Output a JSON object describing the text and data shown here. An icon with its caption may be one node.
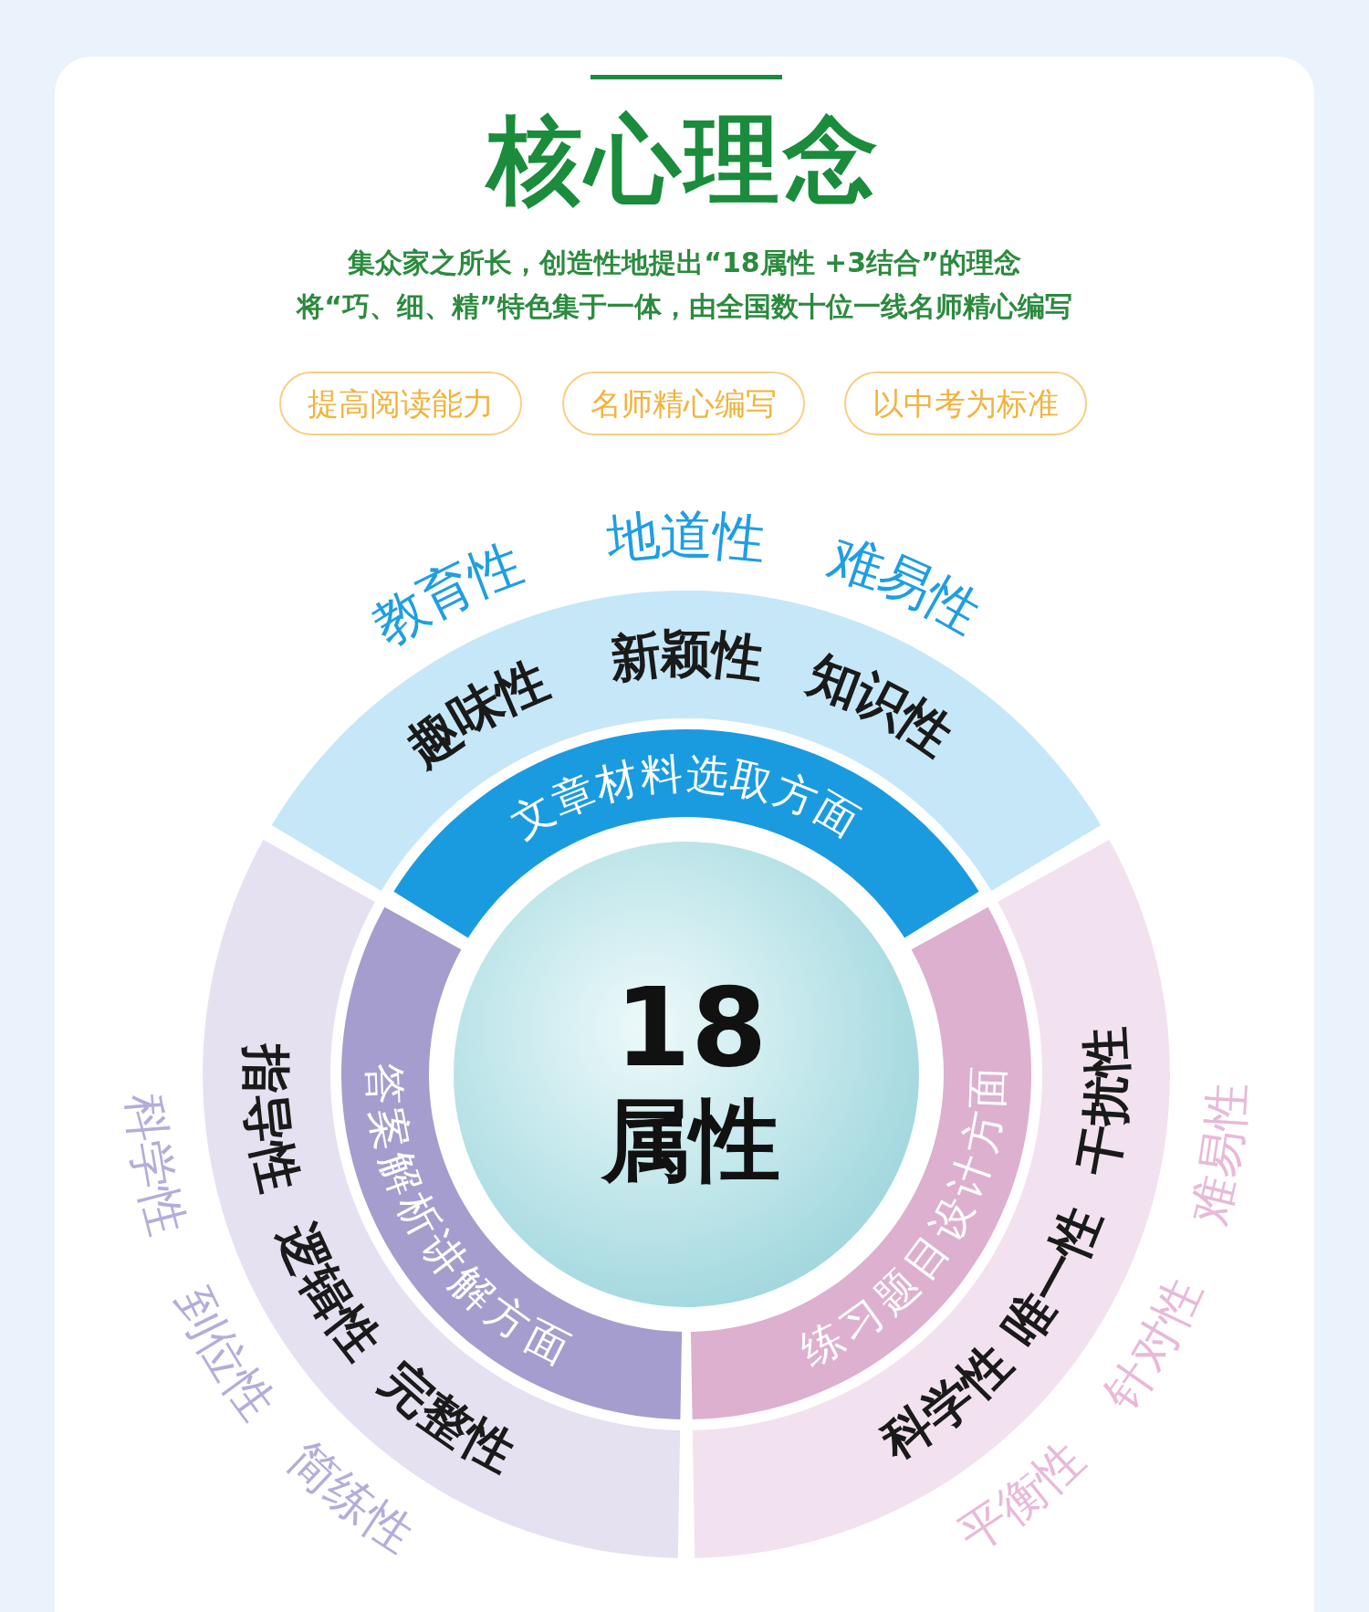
{
  "diagram": {
    "title": "核心理念",
    "nodes": [
      {
        "text": [
          "提高阅读能力"
        ]
      },
      {
        "text": [
          "名师精心编写"
        ]
      },
      {
        "text": [
          "以中考为标准"
        ]
      },
      {
        "text": [
          "趣味性",
          "新颖性",
          "知识性"
        ],
        "beside": [
          "教育性",
          "地道性",
          "难易性"
        ]
      },
      {
        "text": [
          "文章材料选取方面"
        ]
      },
      {
        "text": [
          "指导性",
          "逻辑性",
          "完整性"
        ],
        "beside": [
          "科学性",
          "到位性",
          "简练性"
        ]
      },
      {
        "text": [
          "答案解析讲解方面"
        ]
      },
      {
        "text": [
          "18",
          "属性"
        ]
      },
      {
        "text": [
          "练习题目设计方面"
        ]
      },
      {
        "text": [
          "干扰性",
          "唯一性",
          "科学性"
        ],
        "beside": [
          "难易性",
          "针对性",
          "平衡性"
        ]
      }
    ],
    "labels": [
      "集众家之所长，创造性地提出“18属性 +3结合”的理念",
      "将“巧、细、精”特色集于一体，由全国数十位一线名师精心编写"
    ]
  }
}
